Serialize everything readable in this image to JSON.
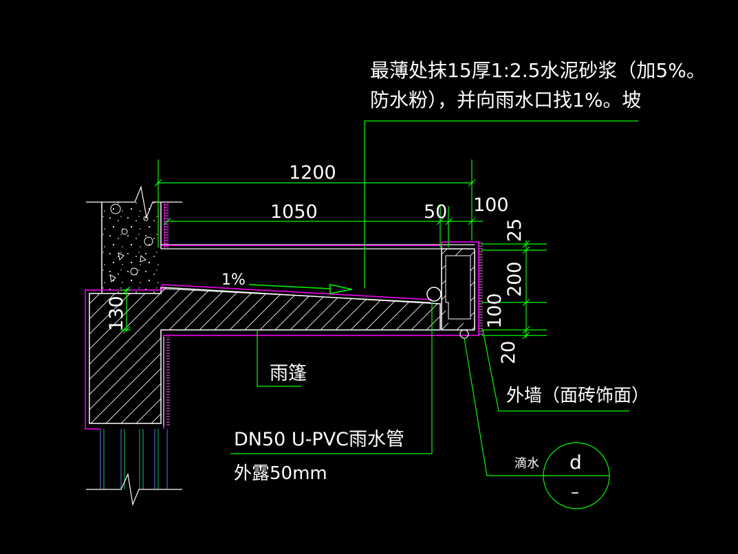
{
  "colors": {
    "background": "#000000",
    "dimension_line": "#00ff00",
    "outline": "#ffffff",
    "finish_layer": "#ff00ff",
    "facade_tile": "#ff66ff",
    "text": "#ffffff"
  },
  "notes": {
    "mortar_line1": "最薄处抹15厚1:2.5水泥砂浆（加5%。",
    "mortar_line2": "防水粉），并向雨水口找1%。坡",
    "slope": "1%",
    "canopy": "雨篷",
    "wall": "外墙（面砖饰面）",
    "pipe_line1": "DN50 U-PVC雨水管",
    "pipe_line2": "外露50mm",
    "drip_label": "滴水",
    "drip_symbol_top": "d",
    "drip_symbol_bottom": "–"
  },
  "dimensions": {
    "overall": "1200",
    "clear_width": "1050",
    "inner_gap": "50",
    "upstand": "100",
    "slab_thickness": "130",
    "height_top": "25",
    "height_mid": "200",
    "height_low": "100",
    "height_bottom": "20"
  }
}
